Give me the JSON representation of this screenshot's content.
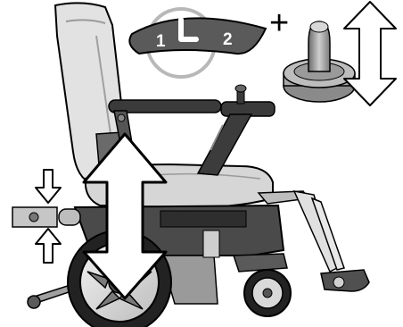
{
  "diagram": {
    "mode_switch": {
      "left_label": "1",
      "right_label": "2",
      "symbol_icon": "seat-mode-icon"
    },
    "operator": "+",
    "joystick_icon": "joystick-icon",
    "motions": [
      "vertical-up-down",
      "vertical-up-down",
      "arrow-down",
      "arrow-up"
    ],
    "colors": {
      "switch_face": "#5a5a5a",
      "highlight_ring": "#b8b8b8",
      "chair_fill": "#e2e2e2",
      "dark_part": "#3a3a3a",
      "outline": "#000000"
    }
  }
}
